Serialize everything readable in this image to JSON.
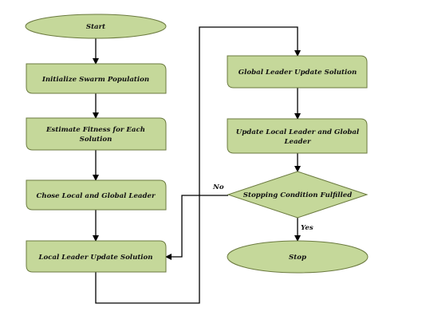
{
  "diagram": {
    "fill_color": "#c5d89a",
    "stroke_color": "#6b7a3f",
    "line_color": "#000000",
    "nodes": {
      "start": {
        "shape": "ellipse",
        "lines": [
          "Start"
        ]
      },
      "init": {
        "shape": "rounded-rect",
        "lines": [
          "Initialize Swarm Population"
        ]
      },
      "fitness": {
        "shape": "rounded-rect",
        "lines": [
          "Estimate Fitness for Each",
          "Solution"
        ]
      },
      "chose": {
        "shape": "rounded-rect",
        "lines": [
          "Chose Local and Global Leader"
        ]
      },
      "local_update": {
        "shape": "rounded-rect",
        "lines": [
          "Local Leader Update Solution"
        ]
      },
      "global_update": {
        "shape": "rounded-rect",
        "lines": [
          "Global Leader Update Solution"
        ]
      },
      "update_leaders": {
        "shape": "rounded-rect",
        "lines": [
          "Update Local Leader and Global",
          "Leader"
        ]
      },
      "decision": {
        "shape": "diamond",
        "lines": [
          "Stopping Condition Fulfilled"
        ]
      },
      "stop": {
        "shape": "ellipse",
        "lines": [
          "Stop"
        ]
      }
    },
    "edge_labels": {
      "no": "No",
      "yes": "Yes"
    }
  }
}
